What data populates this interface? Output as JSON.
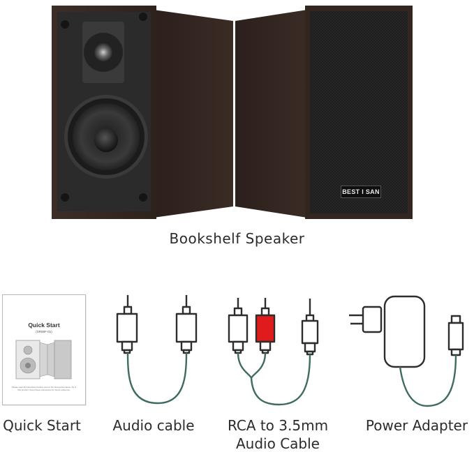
{
  "main_caption": "Bookshelf Speaker",
  "brand_label": "BEST I SAN",
  "manual": {
    "title": "Quick Start",
    "model": "(SR06F-01)",
    "fine_print": "Please read all instructions before use for the best performance. All of this product. Keep these instructions for future reference."
  },
  "items": [
    {
      "label": "Quick Start"
    },
    {
      "label": "Audio cable"
    },
    {
      "label_line1": "RCA to 3.5mm",
      "label_line2": "Audio Cable"
    },
    {
      "label": "Power Adapter"
    }
  ],
  "colors": {
    "cabinet_front": "#3a2c26",
    "cabinet_side": "#2a1f1b",
    "grille": "#1c1c1c",
    "baffle": "#2b2b2b",
    "line_dark": "#2d2d2d",
    "cable_green": "#3f6b62",
    "rca_red": "#e01b1b"
  }
}
